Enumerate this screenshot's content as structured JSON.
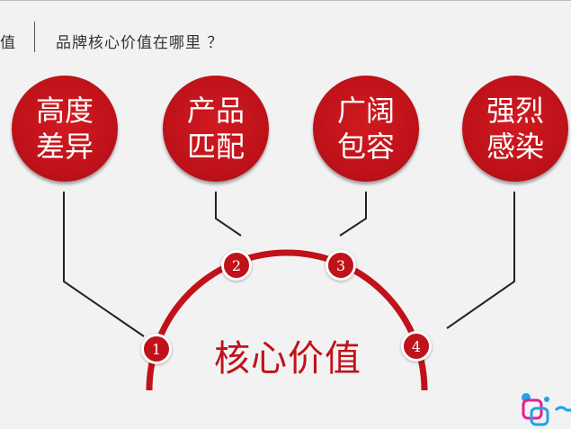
{
  "header": {
    "left_fragment": "值",
    "title": "品牌核心价值在哪里 ？"
  },
  "circles": [
    {
      "label": "高度\n差异"
    },
    {
      "label": "产品\n匹配"
    },
    {
      "label": "广阔\n包容"
    },
    {
      "label": "强烈\n感染"
    }
  ],
  "badges": [
    {
      "number": "1"
    },
    {
      "number": "2"
    },
    {
      "number": "3"
    },
    {
      "number": "4"
    }
  ],
  "core": {
    "title": "核心价值"
  },
  "colors": {
    "accent": "#c0121a",
    "background": "#f2f2f2",
    "line": "#222222",
    "logo_blue": "#1fa3e8",
    "logo_pink": "#e8208c"
  },
  "icons": {
    "logo": "brand-logo-icon"
  }
}
